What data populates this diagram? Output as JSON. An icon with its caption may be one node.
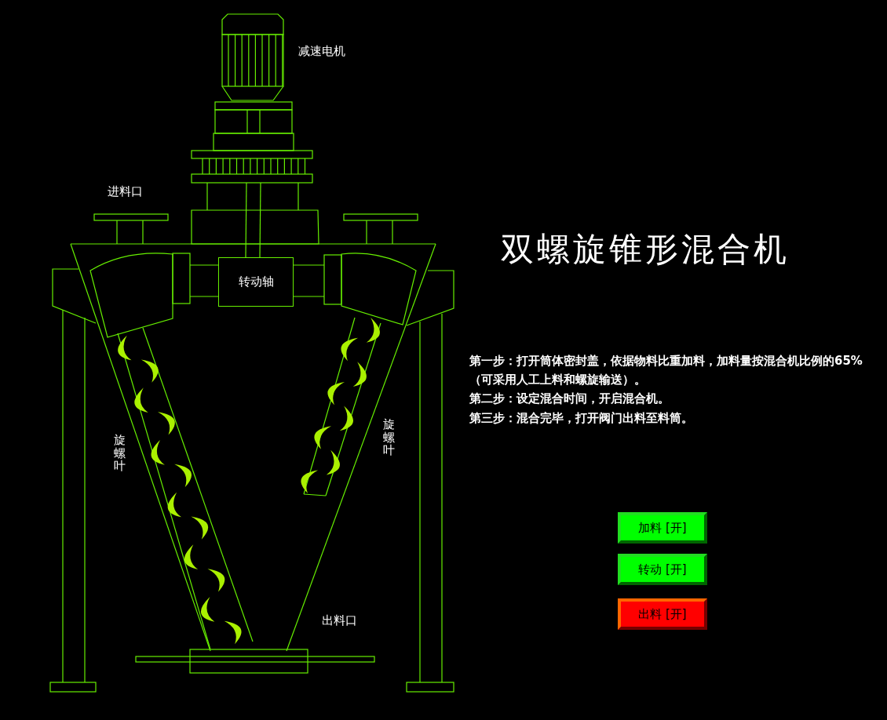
{
  "diagram": {
    "title": "双螺旋锥形混合机",
    "nodes": [
      {
        "text": [
          "转动轴"
        ]
      },
      {
        "text": [
          "加料 [开]"
        ]
      },
      {
        "text": [
          "转动 [开]"
        ]
      },
      {
        "text": [
          "出料 [开]"
        ]
      }
    ],
    "labels": [
      "减速电机",
      "进料口",
      "旋螺叶",
      "旋螺叶",
      "出料口",
      "第一步：打开筒体密封盖，依据物料比重加料，加料量按混合机比例的65%（可采用人工上料和螺旋输送）。",
      "第二步：设定混合时间，开启混合机。",
      "第三步：混合完毕，打开阀门出料至料筒。"
    ]
  }
}
